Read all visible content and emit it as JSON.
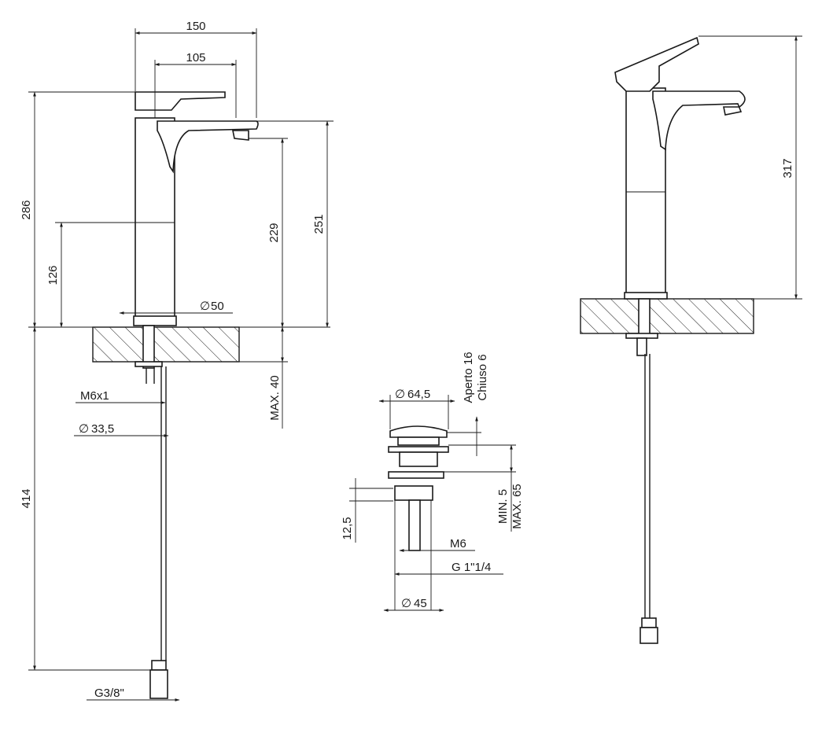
{
  "front_view": {
    "dims": {
      "overall_width": "150",
      "spout_reach": "105",
      "height_top": "286",
      "height_body": "126",
      "height_outlet": "229",
      "height_spout": "251",
      "base_diameter": "50",
      "max_deck": "MAX. 40",
      "thread_stud": "M6x1",
      "stud_diameter": "33,5",
      "hose_length": "414",
      "hose_connection": "G3/8\""
    }
  },
  "waste_view": {
    "dims": {
      "cap_diameter": "64,5",
      "open_label": "Aperto 16",
      "closed_label": "Chiuso 6",
      "min_label": "MIN. 5",
      "max_label": "MAX. 65",
      "height_12": "12,5",
      "rod_thread": "M6",
      "body_thread": "G 1\"1/4",
      "body_diameter": "45"
    }
  },
  "side_view": {
    "dims": {
      "height": "317"
    }
  },
  "symbols": {
    "diameter": "∅"
  }
}
